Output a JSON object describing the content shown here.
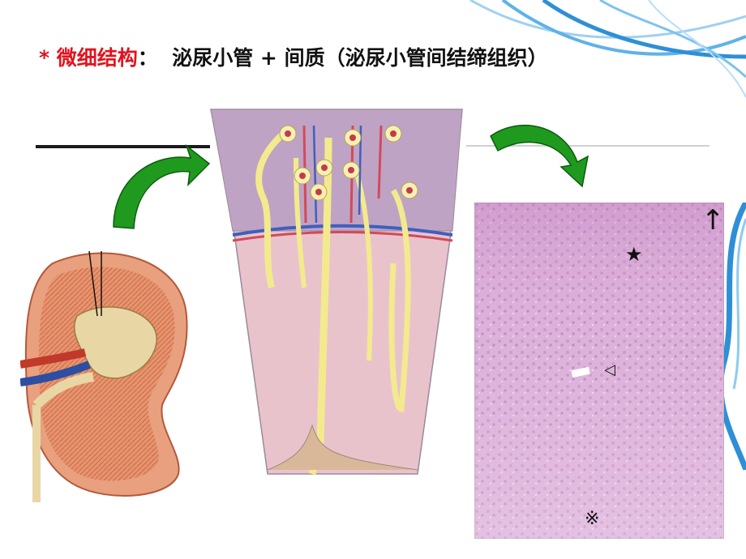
{
  "title": {
    "prefix": "* 微细结构",
    "colon": "：",
    "body": "泌尿小管 + 间质（泌尿小管间结缔组织）"
  },
  "figures": {
    "kidney_section": {
      "icon": "kidney-section-illustration"
    },
    "nephron_diagram": {
      "icon": "nephron-schematic-illustration"
    },
    "histology": {
      "icon": "kidney-histology-micrograph",
      "markers": {
        "star": "★",
        "arrowhead": "◁",
        "reference": "※",
        "arrow": "↑"
      }
    }
  },
  "colors": {
    "title_accent": "#e0141e",
    "arrow_green": "#1f9a1f",
    "histology_pink": "#d9a9d6",
    "cortex_purple": "#bfa3c4",
    "medulla_pink": "#e9c3cc",
    "tubule_yellow": "#f3ea8e",
    "decor_blue": "#2f8fd6"
  }
}
